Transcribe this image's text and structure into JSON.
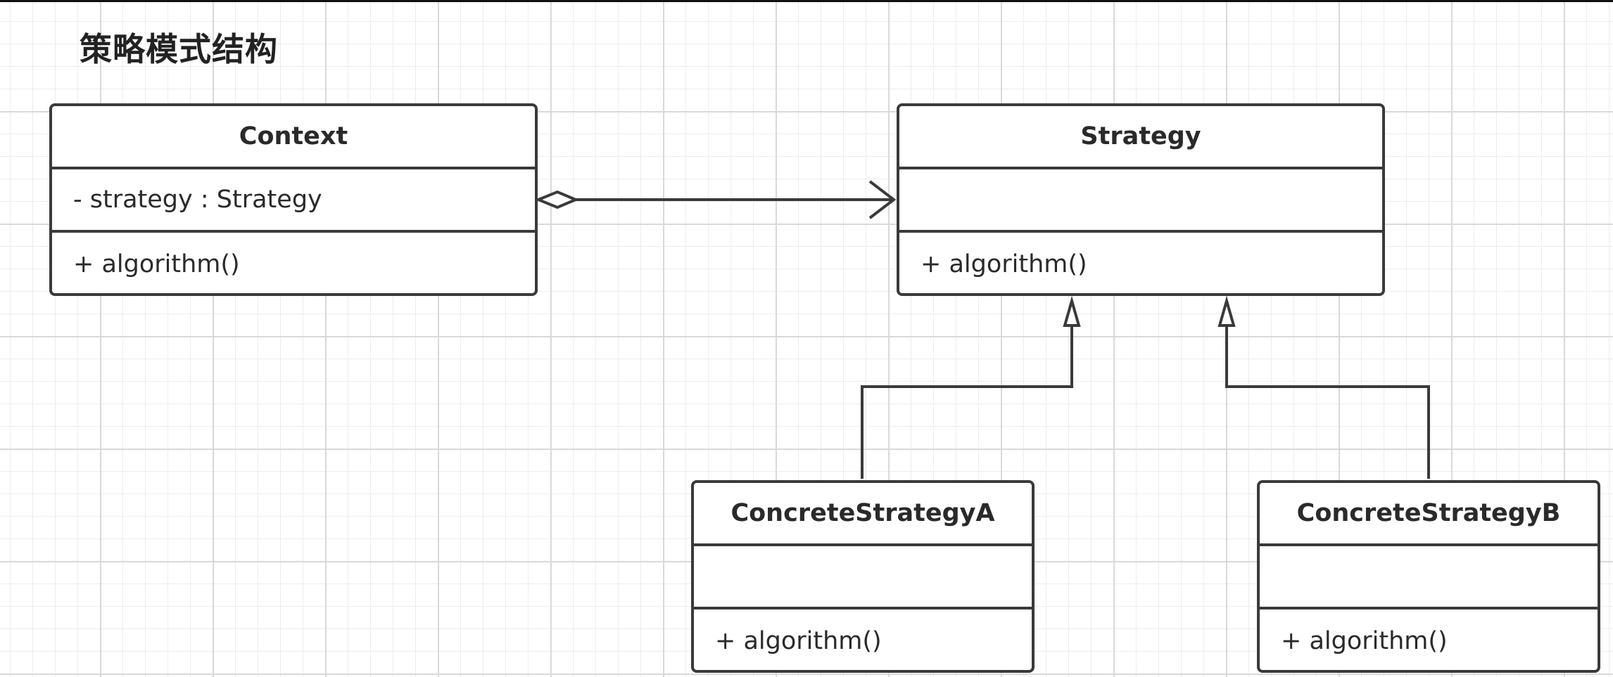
{
  "diagram": {
    "title": "策略模式结构",
    "classes": {
      "context": {
        "name": "Context",
        "attribute": "- strategy : Strategy",
        "operation": "+ algorithm()"
      },
      "strategy": {
        "name": "Strategy",
        "attribute": "",
        "operation": "+ algorithm()"
      },
      "concrete_a": {
        "name": "ConcreteStrategyA",
        "attribute": "",
        "operation": "+ algorithm()"
      },
      "concrete_b": {
        "name": "ConcreteStrategyB",
        "attribute": "",
        "operation": "+ algorithm()"
      }
    },
    "relations": [
      {
        "type": "aggregation",
        "from": "Context",
        "to": "Strategy"
      },
      {
        "type": "generalization",
        "from": "ConcreteStrategyA",
        "to": "Strategy"
      },
      {
        "type": "generalization",
        "from": "ConcreteStrategyB",
        "to": "Strategy"
      }
    ]
  },
  "colors": {
    "line": "#3a3a3a",
    "grid_major": "#d9d9d9",
    "grid_minor": "#ededed",
    "background": "#ffffff"
  }
}
